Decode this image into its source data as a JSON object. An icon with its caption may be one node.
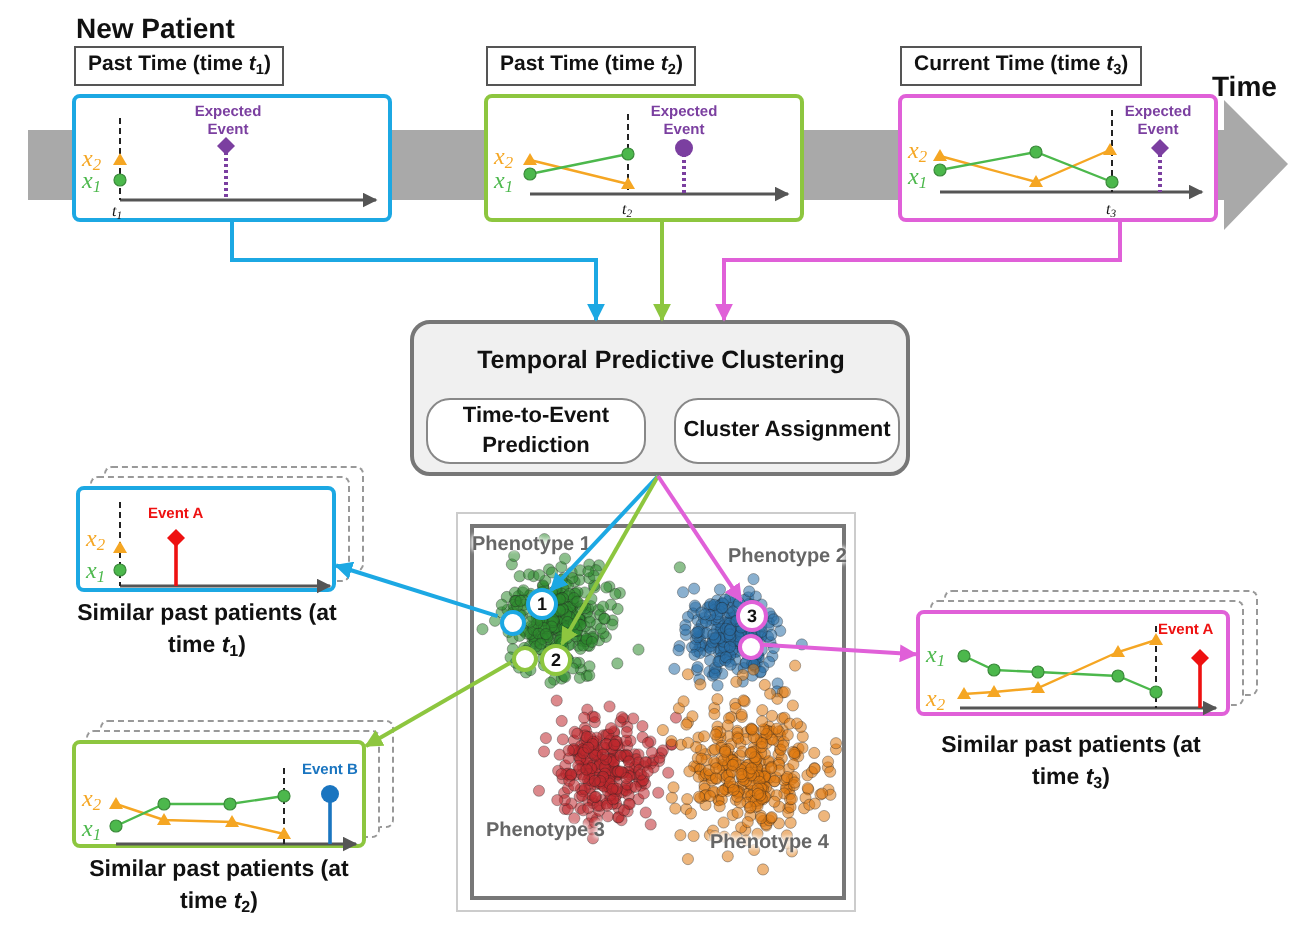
{
  "diagram": {
    "nodes": [
      {
        "text": [
          "Past Time (time *t*$_{1}$)",
          "Expected Event",
          "*x*$_{2}$",
          "*x*$_{1}$",
          "*t*$_{1}$"
        ]
      },
      {
        "text": [
          "Past Time (time *t*$_{2}$)",
          "Expected Event",
          "*x*$_{2}$",
          "*x*$_{1}$",
          "*t*$_{2}$"
        ]
      },
      {
        "text": [
          "Current Time (time *t*$_{3}$)",
          "Expected Event",
          "*x*$_{2}$",
          "*x*$_{1}$",
          "*t*$_{3}$"
        ]
      },
      {
        "text": [
          "Temporal Predictive Clustering"
        ]
      },
      {
        "text": [
          "Time-to-Event Prediction"
        ],
        "in": 3
      },
      {
        "text": [
          "Cluster Assignment"
        ],
        "in": 3
      },
      {
        "text": [
          "Phenotype 1",
          "Phenotype 2",
          "Phenotype 3",
          "Phenotype 4"
        ]
      },
      {
        "text": [
          "1"
        ],
        "in": 6
      },
      {
        "text": [
          "2"
        ],
        "in": 6
      },
      {
        "text": [
          "3"
        ],
        "in": 6
      },
      {
        "text": [],
        "shape": "circle",
        "in": 6
      },
      {
        "text": [],
        "shape": "circle",
        "in": 6
      },
      {
        "text": [],
        "shape": "circle",
        "in": 6
      },
      {
        "text": [
          "Event A",
          "*x*$_{2}$",
          "*x*$_{1}$"
        ],
        "beside": [
          "Similar past patients (at time *t*$_{1}$)"
        ]
      },
      {
        "text": [
          "Event B",
          "*x*$_{2}$",
          "*x*$_{1}$"
        ],
        "beside": [
          "Similar past patients (at time *t*$_{2}$)"
        ]
      },
      {
        "text": [
          "Event A",
          "*x*$_{1}$",
          "*x*$_{2}$"
        ],
        "beside": [
          "Similar past patients (at time *t*$_{3}$)"
        ]
      }
    ],
    "edges": [
      {
        "from": 0,
        "to": 3,
        "arrow": "to",
        "color": "#1ca8e3"
      },
      {
        "from": 1,
        "to": 3,
        "arrow": "to",
        "color": "#8dc63f"
      },
      {
        "from": 2,
        "to": 3,
        "arrow": "to",
        "color": "#e060d8"
      },
      {
        "from": 3,
        "to": 7,
        "arrow": "to",
        "color": "#1ca8e3"
      },
      {
        "from": 3,
        "to": 8,
        "arrow": "to",
        "color": "#8dc63f"
      },
      {
        "from": 3,
        "to": 9,
        "arrow": "to",
        "color": "#e060d8"
      },
      {
        "from": 10,
        "to": 13,
        "arrow": "to",
        "color": "#1ca8e3"
      },
      {
        "from": 11,
        "to": 14,
        "arrow": "to",
        "color": "#8dc63f"
      },
      {
        "from": 12,
        "to": 15,
        "arrow": "to",
        "color": "#e060d8"
      }
    ],
    "labels": [
      "New Patient",
      "Time"
    ]
  }
}
